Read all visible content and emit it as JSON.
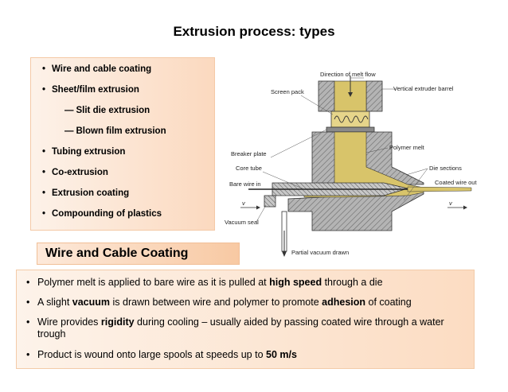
{
  "title": "Extrusion process: types",
  "types": [
    {
      "label": "Wire and cable coating",
      "sub": false
    },
    {
      "label": "Sheet/film extrusion",
      "sub": false
    },
    {
      "label": "Slit die extrusion",
      "sub": true,
      "prefix": "—"
    },
    {
      "label": "Blown film extrusion",
      "sub": true,
      "prefix": "—"
    },
    {
      "label": "Tubing extrusion",
      "sub": false
    },
    {
      "label": "Co-extrusion",
      "sub": false
    },
    {
      "label": "Extrusion coating",
      "sub": false
    },
    {
      "label": "Compounding of plastics",
      "sub": false
    }
  ],
  "section_heading": "Wire and Cable Coating",
  "points": [
    {
      "parts": [
        {
          "t": "Polymer melt is applied to bare wire as it is pulled at "
        },
        {
          "t": "high speed",
          "b": true
        },
        {
          "t": " through a die"
        }
      ]
    },
    {
      "parts": [
        {
          "t": "A slight "
        },
        {
          "t": "vacuum",
          "b": true
        },
        {
          "t": " is drawn between wire and polymer to promote "
        },
        {
          "t": "adhesion",
          "b": true
        },
        {
          "t": " of coating"
        }
      ]
    },
    {
      "parts": [
        {
          "t": "Wire provides "
        },
        {
          "t": "rigidity",
          "b": true
        },
        {
          "t": " during cooling – usually aided by passing coated wire through a water trough"
        }
      ]
    },
    {
      "parts": [
        {
          "t": "Product is wound onto large spools at speeds up to "
        },
        {
          "t": "50 m/s",
          "b": true
        }
      ]
    }
  ],
  "diagram_labels": {
    "melt_flow": "Direction of melt flow",
    "screen_pack": "Screen pack",
    "barrel": "Vertical extruder barrel",
    "breaker_plate": "Breaker plate",
    "polymer_melt": "Polymer melt",
    "core_tube": "Core tube",
    "die_sections": "Die sections",
    "bare_wire": "Bare wire in",
    "coated_wire": "Coated wire out",
    "v_left": "v",
    "v_right": "v",
    "vacuum_seal": "Vacuum seal",
    "partial_vacuum": "Partial vacuum drawn"
  },
  "colors": {
    "box_light": "#fdf2e9",
    "box_dark": "#fbd9bf",
    "polymer": "#d8c46a",
    "metal": "#9a9a9a"
  }
}
